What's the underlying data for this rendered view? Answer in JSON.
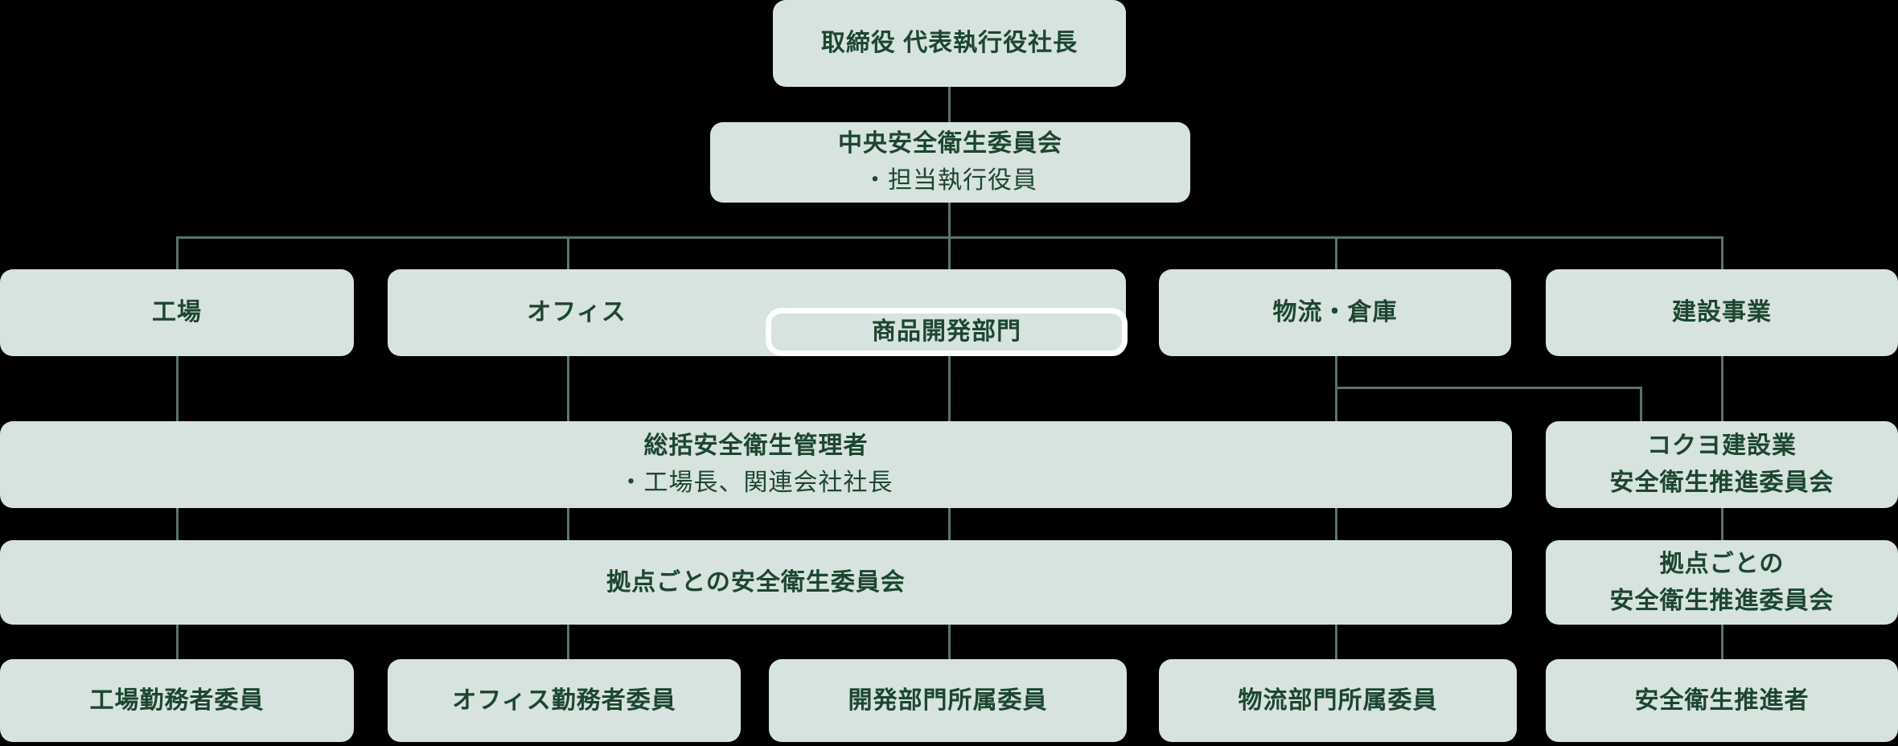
{
  "diagram": {
    "type": "org-chart",
    "colors": {
      "background": "#000000",
      "box_fill": "#d7e3de",
      "text": "#1d4630",
      "connector_line": "#567565",
      "highlight_border": "#ffffff"
    },
    "nodes": {
      "president": {
        "label": "取締役 代表執行役社長"
      },
      "central_committee": {
        "line1": "中央安全衛生委員会",
        "line2": "・担当執行役員"
      },
      "factory": {
        "label": "工場"
      },
      "office": {
        "label": "オフィス"
      },
      "product_dev": {
        "label": "商品開発部門"
      },
      "logistics": {
        "label": "物流・倉庫"
      },
      "construction": {
        "label": "建設事業"
      },
      "general_manager": {
        "line1": "総括安全衛生管理者",
        "line2": "・工場長、関連会社社長"
      },
      "kokuyo_construction_committee": {
        "line1": "コクヨ建設業",
        "line2": "安全衛生推進委員会"
      },
      "site_committee": {
        "label": "拠点ごとの安全衛生委員会"
      },
      "site_promotion_committee": {
        "line1": "拠点ごとの",
        "line2": "安全衛生推進委員会"
      },
      "factory_worker_member": {
        "label": "工場勤務者委員"
      },
      "office_worker_member": {
        "label": "オフィス勤務者委員"
      },
      "dev_dept_member": {
        "label": "開発部門所属委員"
      },
      "logistics_dept_member": {
        "label": "物流部門所属委員"
      },
      "safety_promoter": {
        "label": "安全衛生推進者"
      }
    }
  }
}
